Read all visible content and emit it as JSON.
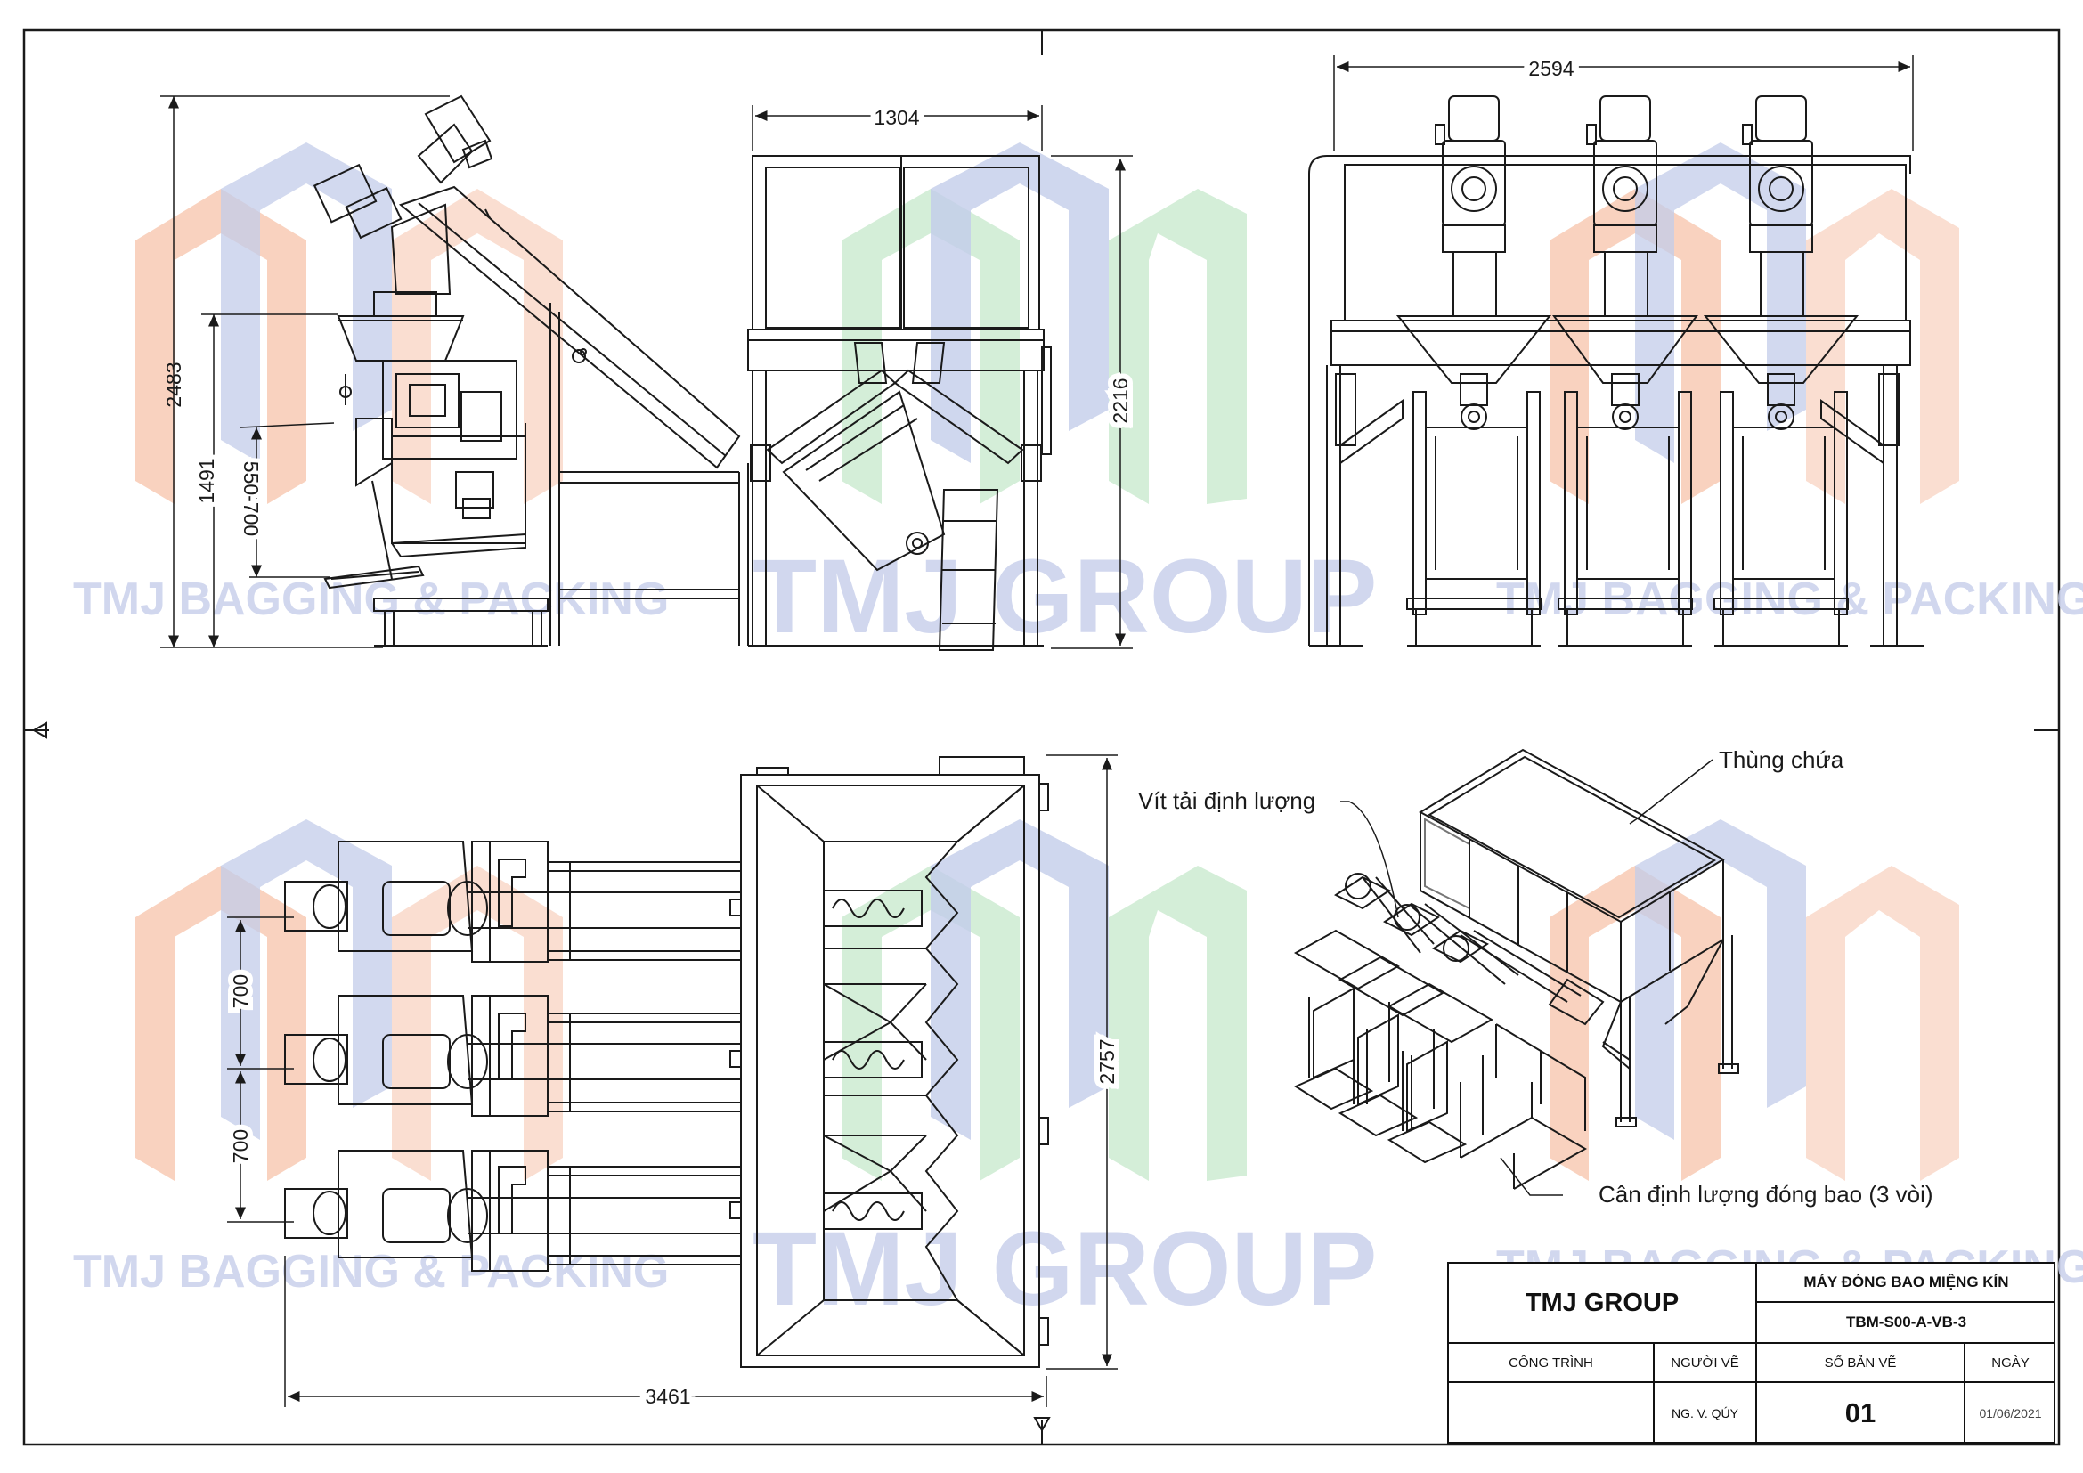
{
  "watermarks": {
    "brand_large": "TMJ GROUP",
    "brand_small": "TMJ BAGGING & PACKING",
    "colors": {
      "salmon": "#f4b89a",
      "blue": "#b8c3e6",
      "green": "#bfe6c6",
      "text": "#c9d1ec"
    }
  },
  "dimensions": {
    "side_height_total": "2483",
    "side_height_spout": "1491",
    "side_bag_range": "550-700",
    "front_frame_width": "1304",
    "front_frame_height": "2216",
    "rear_overall_width": "2594",
    "plan_spacing_1": "700",
    "plan_spacing_2": "700",
    "plan_depth": "2757",
    "plan_length": "3461"
  },
  "callouts": {
    "hopper": "Thùng chứa",
    "screw": "Vít tải định lượng",
    "scale": "Cân định lượng đóng bao (3 vòi)"
  },
  "title_block": {
    "company": "TMJ GROUP",
    "title": "MÁY ĐÓNG BAO MIỆNG KÍN",
    "drawing_code": "TBM-S00-A-VB-3",
    "header_project": "CÔNG TRÌNH",
    "header_drawer": "NGƯỜI VẼ",
    "header_sheet": "SỐ BẢN VẼ",
    "header_date": "NGÀY",
    "project": "",
    "drawer": "NG. V. QÚY",
    "sheet_no": "01",
    "date": "01/06/2021"
  },
  "line_color": "#1a1a1a"
}
